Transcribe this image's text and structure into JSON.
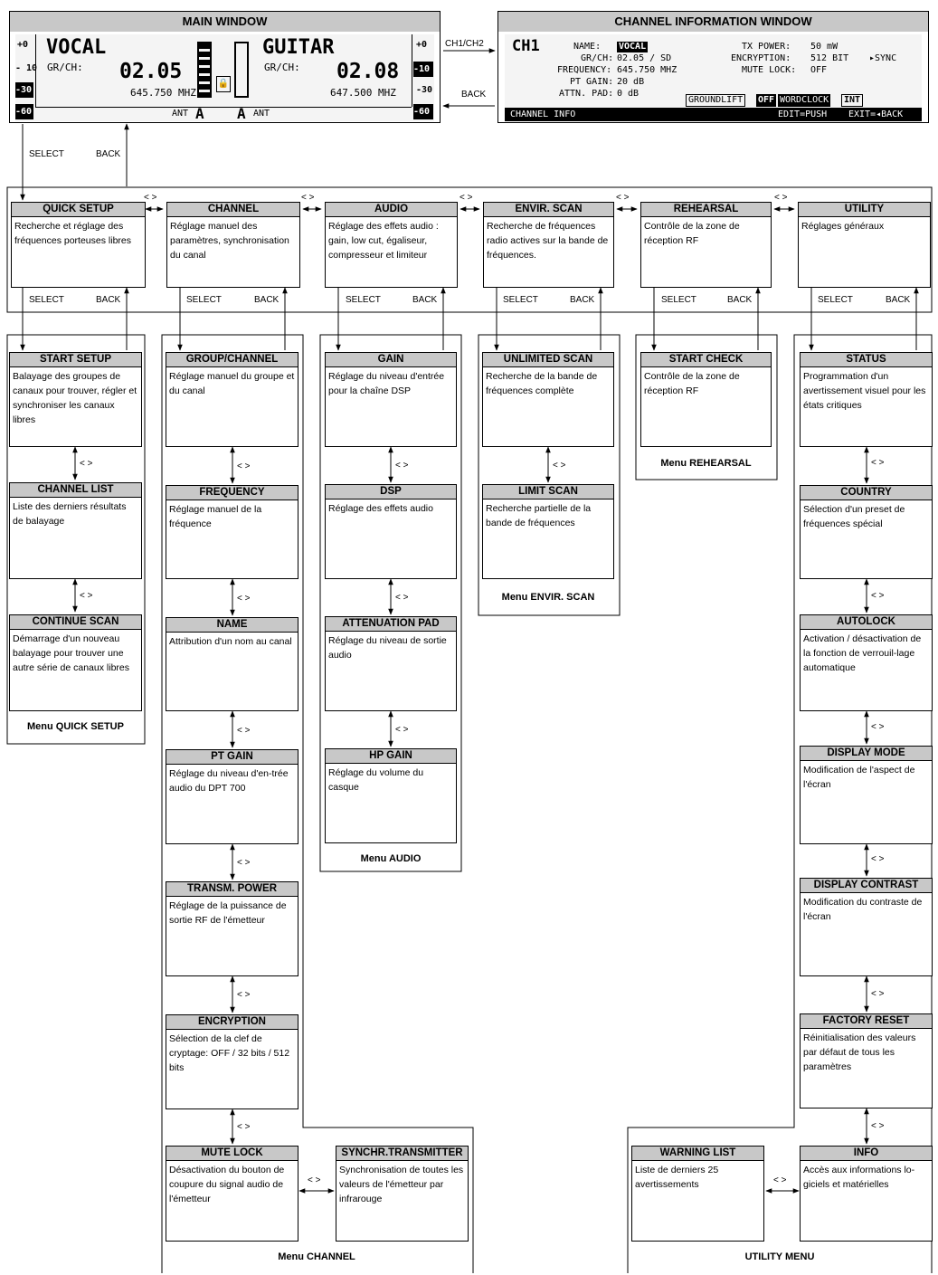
{
  "main_window": {
    "title": "MAIN WINDOW",
    "left": {
      "name": "VOCAL",
      "grch_label": "GR/CH:",
      "grch": "02.05",
      "freq": "645.750 MHZ",
      "ant_label": "ANT",
      "ant": "A"
    },
    "right": {
      "name": "GUITAR",
      "grch_label": "GR/CH:",
      "grch": "02.08",
      "freq": "647.500 MHZ",
      "ant_label": "ANT",
      "ant": "A"
    },
    "meter_left": [
      "+0",
      "- 10",
      "-30",
      "-60"
    ],
    "meter_right": [
      "+0",
      "-10",
      "-30",
      "-60"
    ]
  },
  "channel_window": {
    "title": "CHANNEL INFORMATION WINDOW",
    "ch": "CH1",
    "fields": [
      {
        "label": "NAME:",
        "value": "VOCAL"
      },
      {
        "label": "GR/CH:",
        "value": "02.05 / SD"
      },
      {
        "label": "FREQUENCY:",
        "value": "645.750 MHZ"
      },
      {
        "label": "PT GAIN:",
        "value": "20 dB"
      },
      {
        "label": "ATTN. PAD:",
        "value": "0 dB"
      }
    ],
    "fields_right": [
      {
        "label": "TX POWER:",
        "value": "50 mW"
      },
      {
        "label": "ENCRYPTION:",
        "value": "512 BIT"
      },
      {
        "label": "MUTE LOCK:",
        "value": "OFF"
      }
    ],
    "sync": "▸SYNC",
    "groundlift": "GROUNDLIFT",
    "groundlift_val": "OFF",
    "wordclock": "WORDCLOCK",
    "wordclock_val": "INT",
    "footer_left": "CHANNEL INFO",
    "footer_edit": "EDIT=PUSH",
    "footer_exit": "EXIT=◂BACK"
  },
  "links": {
    "ch": "CH1/CH2",
    "back": "BACK",
    "select": "SELECT",
    "arrows": "< >"
  },
  "top_menus": [
    {
      "title": "QUICK SETUP",
      "desc": "Recherche et réglage des fréquences porteuses libres"
    },
    {
      "title": "CHANNEL",
      "desc": "Réglage manuel des paramètres, synchronisation du canal"
    },
    {
      "title": "AUDIO",
      "desc": "Réglage des effets audio : gain, low cut, égaliseur, compresseur et limiteur"
    },
    {
      "title": "ENVIR. SCAN",
      "desc": "Recherche de fréquences radio actives sur la bande de fréquences."
    },
    {
      "title": "REHEARSAL",
      "desc": "Contrôle de la zone de réception RF"
    },
    {
      "title": "UTILITY",
      "desc": "Réglages généraux"
    }
  ],
  "quick_setup": {
    "caption": "Menu QUICK SETUP",
    "items": [
      {
        "title": "START SETUP",
        "desc": "Balayage des groupes de canaux pour trouver, régler et synchroniser les canaux libres"
      },
      {
        "title": "CHANNEL LIST",
        "desc": "Liste des derniers résultats de balayage"
      },
      {
        "title": "CONTINUE SCAN",
        "desc": "Démarrage d'un nouveau balayage pour trouver une autre série de canaux libres"
      }
    ]
  },
  "channel_menu": {
    "caption": "Menu CHANNEL",
    "items": [
      {
        "title": "GROUP/CHANNEL",
        "desc": "Réglage manuel du groupe et du canal"
      },
      {
        "title": "FREQUENCY",
        "desc": "Réglage manuel de la fréquence"
      },
      {
        "title": "NAME",
        "desc": "Attribution d'un nom au canal"
      },
      {
        "title": "PT GAIN",
        "desc": "Réglage du niveau d'en-trée audio du DPT 700"
      },
      {
        "title": "TRANSM. POWER",
        "desc": "Réglage de la puissance de sortie RF de l'émetteur"
      },
      {
        "title": "ENCRYPTION",
        "desc": "Sélection de la clef de cryptage: OFF / 32 bits / 512 bits"
      },
      {
        "title": "MUTE LOCK",
        "desc": "Désactivation du bouton de coupure du signal audio de l'émetteur"
      }
    ],
    "sync": {
      "title": "SYNCHR.TRANSMITTER",
      "desc": "Synchronisation de toutes les valeurs de l'émetteur par infrarouge"
    }
  },
  "audio_menu": {
    "caption": "Menu AUDIO",
    "items": [
      {
        "title": "GAIN",
        "desc": "Réglage du niveau d'entrée pour la chaîne DSP"
      },
      {
        "title": "DSP",
        "desc": "Réglage des effets audio"
      },
      {
        "title": "ATTENUATION PAD",
        "desc": "Réglage du niveau de sortie audio"
      },
      {
        "title": "HP GAIN",
        "desc": "Réglage du volume du casque"
      }
    ]
  },
  "envir_menu": {
    "caption": "Menu ENVIR. SCAN",
    "items": [
      {
        "title": "UNLIMITED SCAN",
        "desc": "Recherche de la bande de fréquences complète"
      },
      {
        "title": "LIMIT SCAN",
        "desc": "Recherche partielle de la bande de fréquences"
      }
    ]
  },
  "rehearsal_menu": {
    "caption": "Menu REHEARSAL",
    "items": [
      {
        "title": "START CHECK",
        "desc": "Contrôle de la zone de réception RF"
      }
    ]
  },
  "utility_menu": {
    "caption": "UTILITY MENU",
    "items": [
      {
        "title": "STATUS",
        "desc": "Programmation d'un avertissement visuel pour les états critiques"
      },
      {
        "title": "COUNTRY",
        "desc": "Sélection d'un preset de fréquences spécial"
      },
      {
        "title": "AUTOLOCK",
        "desc": "Activation / désactivation de la fonction de verrouil-lage automatique"
      },
      {
        "title": "DISPLAY MODE",
        "desc": "Modification de l'aspect de l'écran"
      },
      {
        "title": "DISPLAY CONTRAST",
        "desc": "Modification du contraste de l'écran"
      },
      {
        "title": "FACTORY RESET",
        "desc": "Réinitialisation des valeurs par défaut de tous les paramètres"
      },
      {
        "title": "INFO",
        "desc": "Accès aux informations lo-giciels et matérielles"
      }
    ],
    "warning": {
      "title": "WARNING LIST",
      "desc": "Liste de derniers 25 avertissements"
    }
  }
}
